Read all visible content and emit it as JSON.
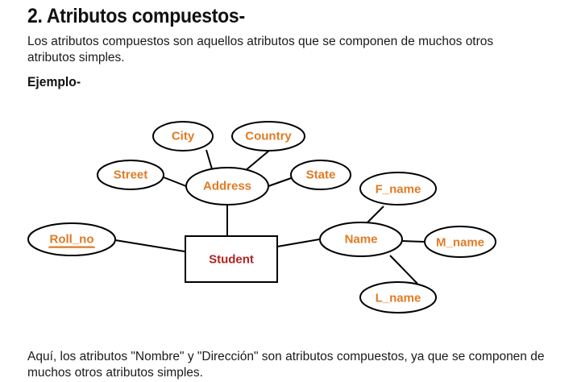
{
  "heading": "2. Atributos compuestos-",
  "intro": "Los atributos compuestos son aquellos atributos que se componen de muchos otros atributos simples.",
  "example_label": "Ejemplo-",
  "diagram": {
    "entity": "Student",
    "attributes": {
      "city": "City",
      "country": "Country",
      "street": "Street",
      "address": "Address",
      "state": "State",
      "f_name": "F_name",
      "roll_no": "Roll_no",
      "name": "Name",
      "m_name": "M_name",
      "l_name": "L_name"
    },
    "colors": {
      "attribute_text": "#e07b24",
      "entity_text": "#b22222",
      "stroke": "#000000"
    }
  },
  "outro": "Aquí, los atributos \"Nombre\" y \"Dirección\" son atributos compuestos, ya que se componen de muchos otros atributos simples."
}
